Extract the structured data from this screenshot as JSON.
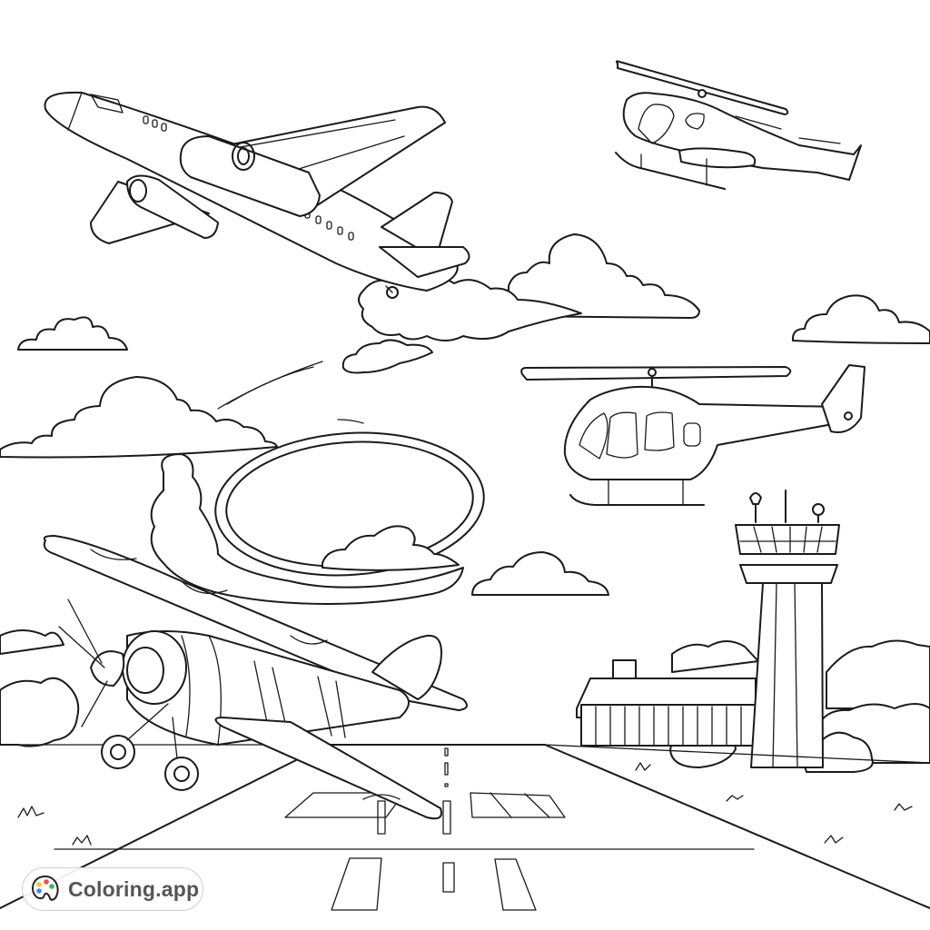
{
  "page": {
    "type": "coloring-page",
    "theme": "airport scene line art",
    "background_color": "#ffffff",
    "line_color": "#1a1a1a"
  },
  "illustration": {
    "elements": [
      {
        "id": "jet-airliner",
        "description": "Twin-engine jet airliner climbing, top-left, landing gear extended, leaving cloud trail"
      },
      {
        "id": "helicopter-small",
        "description": "Small helicopter tilted forward, top-right, with speed lines"
      },
      {
        "id": "helicopter-large",
        "description": "Helicopter flying left-facing at mid-right with skids"
      },
      {
        "id": "biplane",
        "description": "Biplane with propeller on runway, bottom-left, patterned wings"
      },
      {
        "id": "control-tower",
        "description": "Air traffic control tower with antennas, right"
      },
      {
        "id": "hangar",
        "description": "Low terminal/hangar building with vertical panels and roof vent"
      },
      {
        "id": "runway",
        "description": "Runway in perspective with dashed centerline and threshold markings"
      },
      {
        "id": "loop-smoke",
        "description": "Oval smoke loop trail with clouds, center-left"
      },
      {
        "id": "clouds",
        "description": "Multiple outlined cumulus clouds in sky"
      },
      {
        "id": "bushes",
        "description": "Bushes along horizon and grass tufts"
      }
    ]
  },
  "watermark": {
    "label": "Coloring.app",
    "icon": "palette-icon",
    "palette_colors": [
      "#f4c430",
      "#e5534b",
      "#3cba54",
      "#4a86e8"
    ]
  }
}
